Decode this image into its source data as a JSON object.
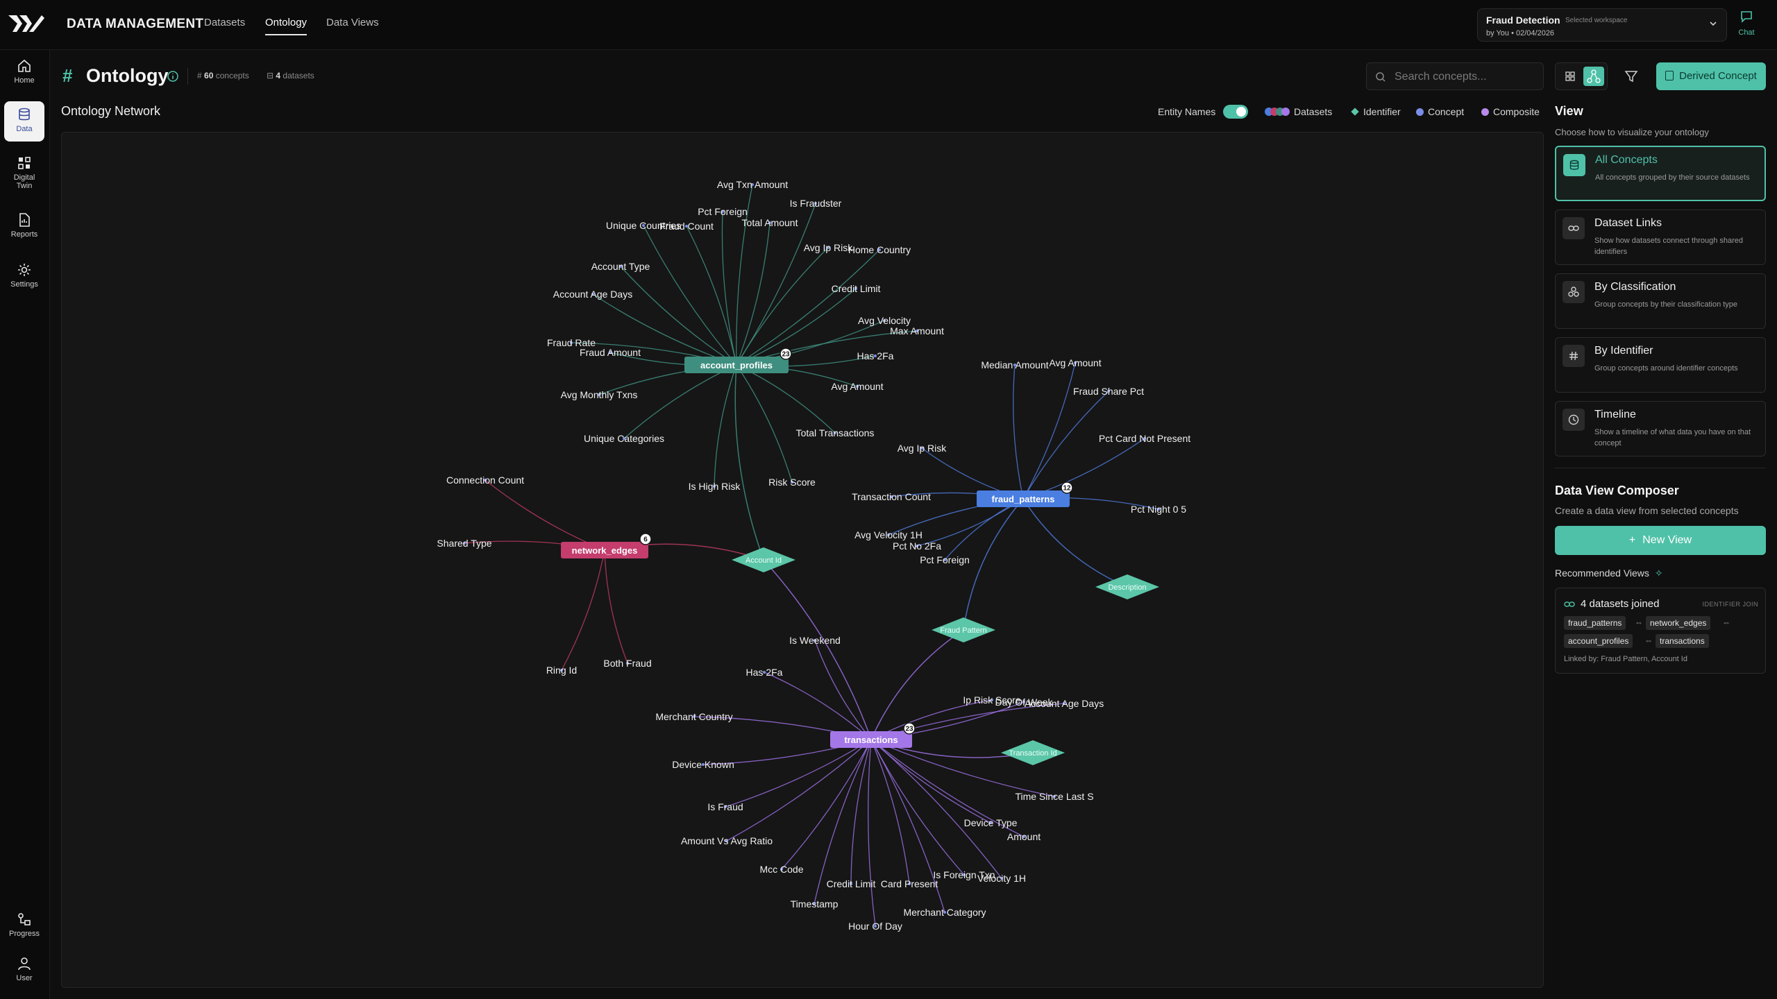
{
  "header": {
    "app_title": "DATA MANAGEMENT",
    "tabs": [
      {
        "label": "Datasets",
        "active": false
      },
      {
        "label": "Ontology",
        "active": true
      },
      {
        "label": "Data Views",
        "active": false
      }
    ],
    "workspace": {
      "name": "Fraud Detection",
      "tag": "Selected workspace",
      "meta": "by You • 02/04/2026"
    },
    "chat_label": "Chat"
  },
  "sidebar": {
    "items": [
      {
        "label": "Home",
        "icon": "home-icon"
      },
      {
        "label": "Data",
        "icon": "database-icon",
        "active": true
      },
      {
        "label": "Digital Twin",
        "icon": "twin-icon"
      },
      {
        "label": "Reports",
        "icon": "report-icon"
      },
      {
        "label": "Settings",
        "icon": "gear-icon"
      }
    ],
    "bottom": [
      {
        "label": "Progress",
        "icon": "progress-icon"
      },
      {
        "label": "User",
        "icon": "user-icon"
      }
    ]
  },
  "page": {
    "title": "Ontology",
    "concepts_count": "60",
    "concepts_label": "concepts",
    "datasets_count": "4",
    "datasets_label": "datasets",
    "search_placeholder": "Search concepts...",
    "derived_button": "Derived Concept"
  },
  "network": {
    "title": "Ontology Network",
    "entity_names_label": "Entity Names",
    "entity_names_on": true,
    "legend": {
      "datasets": "Datasets",
      "identifier": "Identifier",
      "concept": "Concept",
      "composite": "Composite"
    },
    "colors": {
      "accent": "#4fc1a8",
      "account_profiles": "#3f8f80",
      "fraud_patterns": "#4a7ee0",
      "network_edges": "#c43d6c",
      "transactions": "#a477e8",
      "identifier": "#5cc6a8"
    }
  },
  "graph": {
    "datasets": [
      {
        "id": "account_profiles",
        "label": "account_profiles",
        "count": "23"
      },
      {
        "id": "fraud_patterns",
        "label": "fraud_patterns",
        "count": "12"
      },
      {
        "id": "network_edges",
        "label": "network_edges",
        "count": "6"
      },
      {
        "id": "transactions",
        "label": "transactions",
        "count": "23"
      }
    ],
    "identifiers": [
      {
        "label": "Account Id"
      },
      {
        "label": "Fraud Pattern"
      },
      {
        "label": "Description"
      },
      {
        "label": "Transaction Id"
      }
    ],
    "concepts": {
      "account_profiles": [
        "Avg Txn Amount",
        "Is Fraudster",
        "Pct Foreign",
        "Total Amount",
        "Unique Countries",
        "Fraud Count",
        "Avg Ip Risk",
        "Home Country",
        "Account Type",
        "Credit Limit",
        "Account Age Days",
        "Avg Velocity",
        "Max Amount",
        "Fraud Rate",
        "Fraud Amount",
        "Has 2Fa",
        "Avg Amount",
        "Avg Monthly Txns",
        "Total Transactions",
        "Unique Categories",
        "Risk Score",
        "Is High Risk"
      ],
      "fraud_patterns": [
        "Median Amount",
        "Avg Amount",
        "Fraud Share Pct",
        "Pct Card Not Present",
        "Avg Ip Risk",
        "Transaction Count",
        "Pct Night 0 5",
        "Avg Velocity 1H",
        "Pct No 2Fa",
        "Pct Foreign"
      ],
      "network_edges": [
        "Connection Count",
        "Shared Type",
        "Ring Id",
        "Both Fraud"
      ],
      "transactions": [
        "Is Weekend",
        "Has 2Fa",
        "Ip Risk Score",
        "Day Of Week",
        "Account Age Days",
        "Merchant Country",
        "Device Known",
        "Time Since Last S",
        "Is Fraud",
        "Device Type",
        "Amount Vs Avg Ratio",
        "Amount",
        "Mcc Code",
        "Is Foreign Txn",
        "Velocity 1H",
        "Credit Limit",
        "Card Present",
        "Timestamp",
        "Merchant Category",
        "Hour Of Day"
      ]
    }
  },
  "panel": {
    "view_title": "View",
    "view_sub": "Choose how to visualize your ontology",
    "options": [
      {
        "name": "All Concepts",
        "desc": "All concepts grouped by their source datasets",
        "icon": "database-icon",
        "active": true
      },
      {
        "name": "Dataset Links",
        "desc": "Show how datasets connect through shared identifiers",
        "icon": "link-icon",
        "active": false
      },
      {
        "name": "By Classification",
        "desc": "Group concepts by their classification type",
        "icon": "classification-icon",
        "active": false
      },
      {
        "name": "By Identifier",
        "desc": "Group concepts around identifier concepts",
        "icon": "hash-icon",
        "active": false
      },
      {
        "name": "Timeline",
        "desc": "Show a timeline of what data you have on that concept",
        "icon": "clock-icon",
        "active": false
      }
    ],
    "composer_title": "Data View Composer",
    "composer_sub": "Create a data view from selected concepts",
    "new_view_label": "New View",
    "recommended_title": "Recommended Views",
    "rec": {
      "name": "4 datasets joined",
      "tag": "IDENTIFIER JOIN",
      "chips": [
        "fraud_patterns",
        "network_edges",
        "account_profiles",
        "transactions"
      ],
      "linked_by": "Linked by: Fraud Pattern, Account Id"
    }
  }
}
